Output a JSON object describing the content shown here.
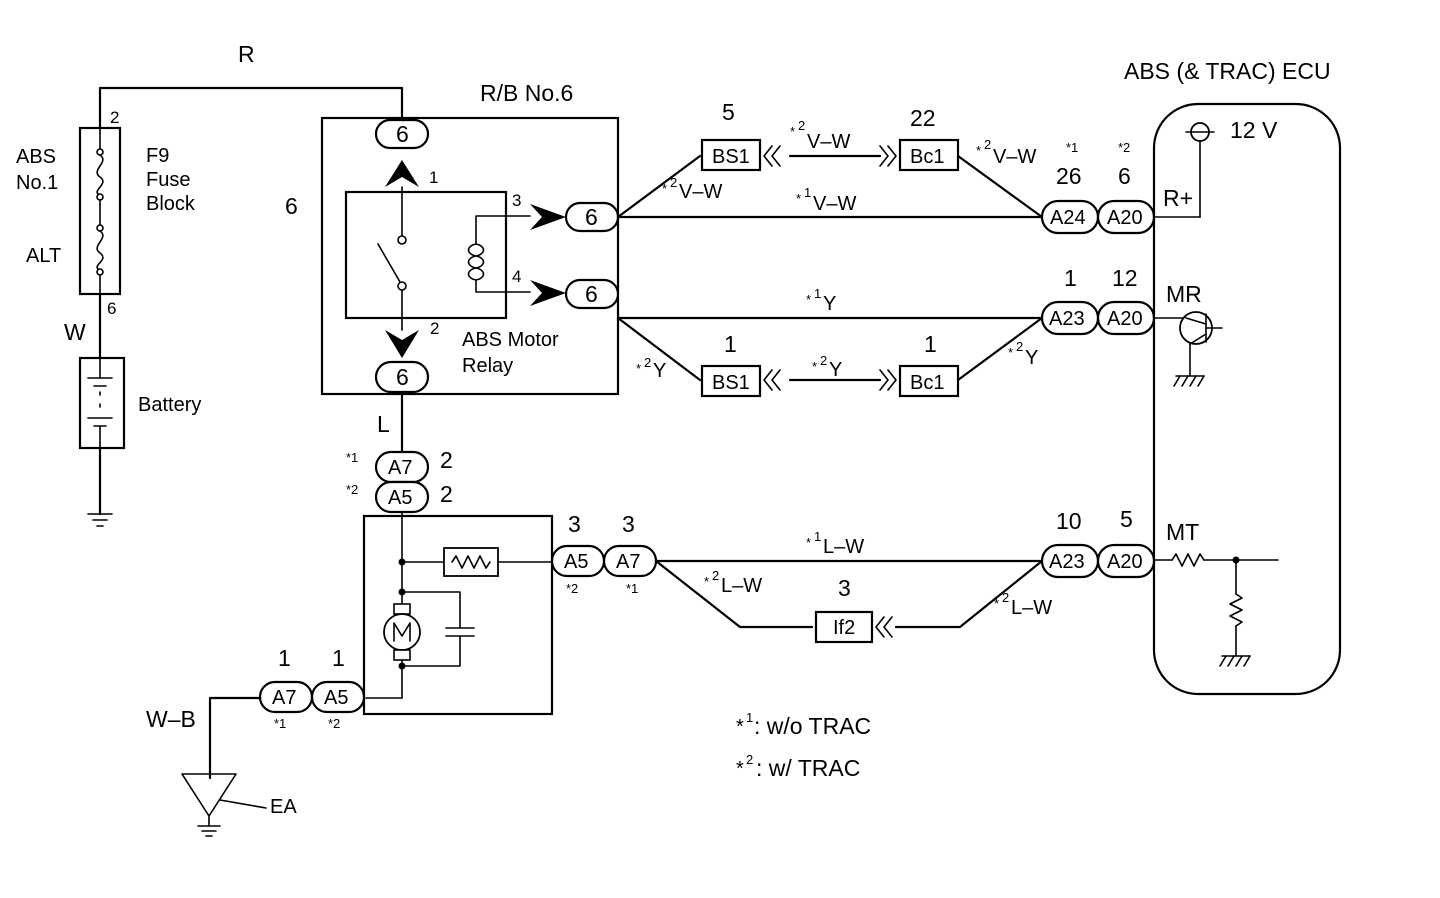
{
  "wire_colors": {
    "r": "R",
    "w": "W",
    "l": "L",
    "wb": "W–B",
    "v_w": "V–W",
    "y": "Y",
    "l_w": "L–W"
  },
  "components": {
    "fuse_block": {
      "abs_label_1": "ABS",
      "abs_label_2": "No.1",
      "alt": "ALT",
      "f9": "F9",
      "fuse": "Fuse",
      "block": "Block",
      "pin_top": "2",
      "pin_bottom": "6"
    },
    "battery": "Battery",
    "relay_block": {
      "title": "R/B No.6",
      "side_number": "6",
      "relay_name_1": "ABS Motor",
      "relay_name_2": "Relay",
      "pin_1": "1",
      "pin_2": "2",
      "pin_3": "3",
      "pin_4": "4",
      "connector": "6"
    },
    "ecu": {
      "title": "ABS (& TRAC) ECU",
      "voltage": "12 V",
      "r_plus": "R+",
      "mr": "MR",
      "mt": "MT"
    },
    "ground": "EA"
  },
  "connectors": {
    "bs1": "BS1",
    "bc1": "Bc1",
    "if2": "If2",
    "a24": "A24",
    "a23": "A23",
    "a20": "A20",
    "a7": "A7",
    "a5": "A5"
  },
  "pins": {
    "bs1_top": "5",
    "bc1_top": "22",
    "bs1_bottom": "1",
    "bc1_bottom": "1",
    "if2": "3",
    "a24": "26",
    "a20_top": "6",
    "a23_mr": "1",
    "a20_mr": "12",
    "a23_mt": "10",
    "a20_mt": "5",
    "a7_top": "2",
    "a5_top": "2",
    "a5_right": "3",
    "a7_right": "3",
    "a7_left": "1",
    "a5_left": "1"
  },
  "markers": {
    "m1": "*1",
    "m2": "*2",
    "star": "*",
    "one": "1",
    "two": "2"
  },
  "legend": {
    "note_1": ": w/o TRAC",
    "note_2": ": w/ TRAC"
  }
}
